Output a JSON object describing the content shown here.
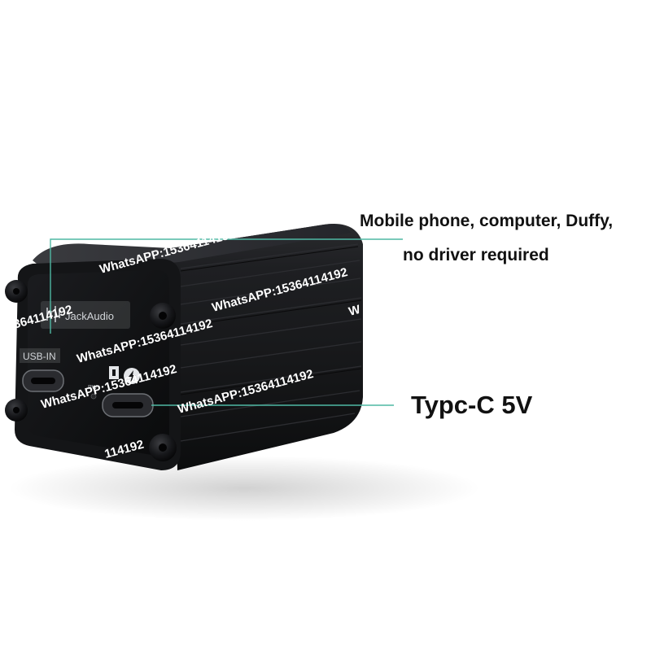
{
  "annotations": {
    "connectivity_line_1": "Mobile phone, computer, Duffy,",
    "connectivity_line_2": "no driver required",
    "power_port": "Typc-C 5V"
  },
  "device": {
    "brand": "JackAudio",
    "port_label": "USB-IN",
    "indicator_label": "PW"
  },
  "watermark": {
    "text": "WhatsAPP:15364114192",
    "fragment_left": "15364114192",
    "fragment_mid": "114192",
    "fragment_edge": "W",
    "fragment_corner": "2"
  },
  "colors": {
    "background": "#ffffff",
    "body_dark": "#141516",
    "body_side": "#1b1c1e",
    "faceplate": "#0d0e10",
    "bezel_label": "#c9ccd0",
    "callout_line": "#4fb8a4",
    "text_dark": "#111111",
    "watermark": "#ffffff"
  }
}
